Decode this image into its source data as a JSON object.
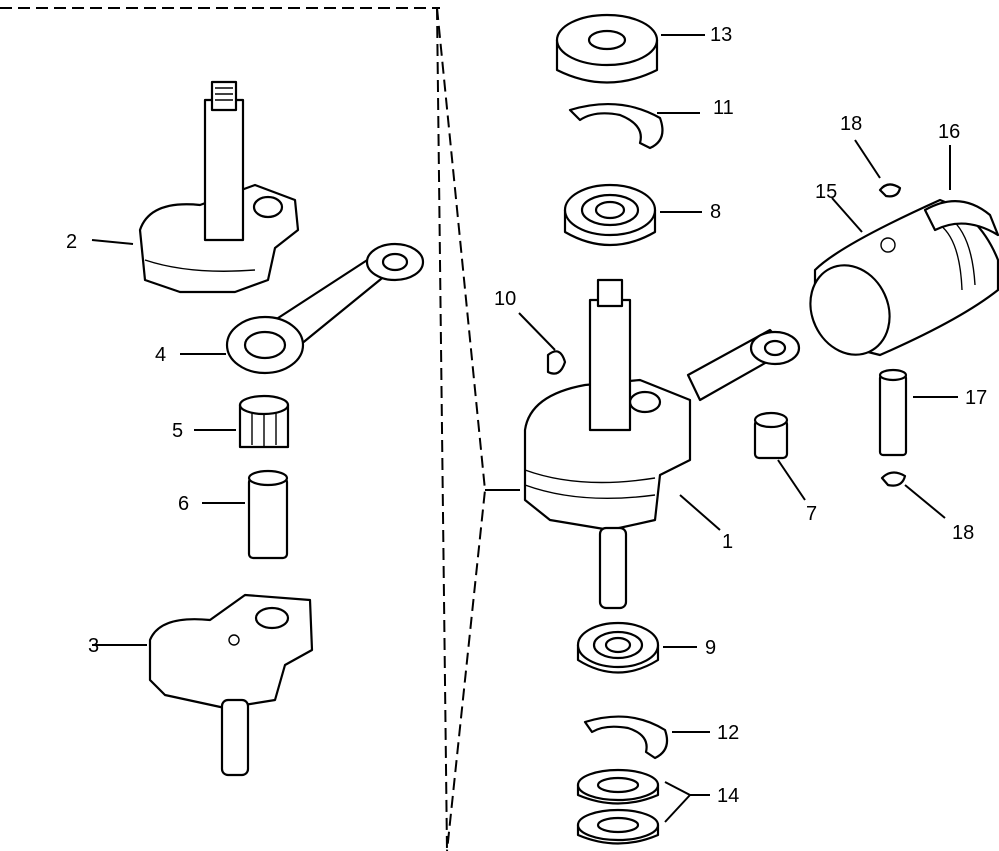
{
  "diagram": {
    "type": "exploded-parts-view",
    "callouts": [
      {
        "id": "1",
        "part": "crankshaft-assembly"
      },
      {
        "id": "2",
        "part": "upper-crank-half"
      },
      {
        "id": "3",
        "part": "lower-crank-half"
      },
      {
        "id": "4",
        "part": "connecting-rod"
      },
      {
        "id": "5",
        "part": "needle-bearing"
      },
      {
        "id": "6",
        "part": "crank-pin"
      },
      {
        "id": "7",
        "part": "needle-bearing-small-end"
      },
      {
        "id": "8",
        "part": "ball-bearing-upper"
      },
      {
        "id": "9",
        "part": "ball-bearing-lower"
      },
      {
        "id": "10",
        "part": "woodruff-key"
      },
      {
        "id": "11",
        "part": "retaining-ring-upper"
      },
      {
        "id": "12",
        "part": "retaining-ring-lower"
      },
      {
        "id": "13",
        "part": "oil-seal-upper"
      },
      {
        "id": "14",
        "part": "oil-seal-lower"
      },
      {
        "id": "15",
        "part": "piston"
      },
      {
        "id": "16",
        "part": "piston-ring"
      },
      {
        "id": "17",
        "part": "piston-pin"
      },
      {
        "id": "18",
        "part": "piston-pin-clip"
      }
    ]
  }
}
